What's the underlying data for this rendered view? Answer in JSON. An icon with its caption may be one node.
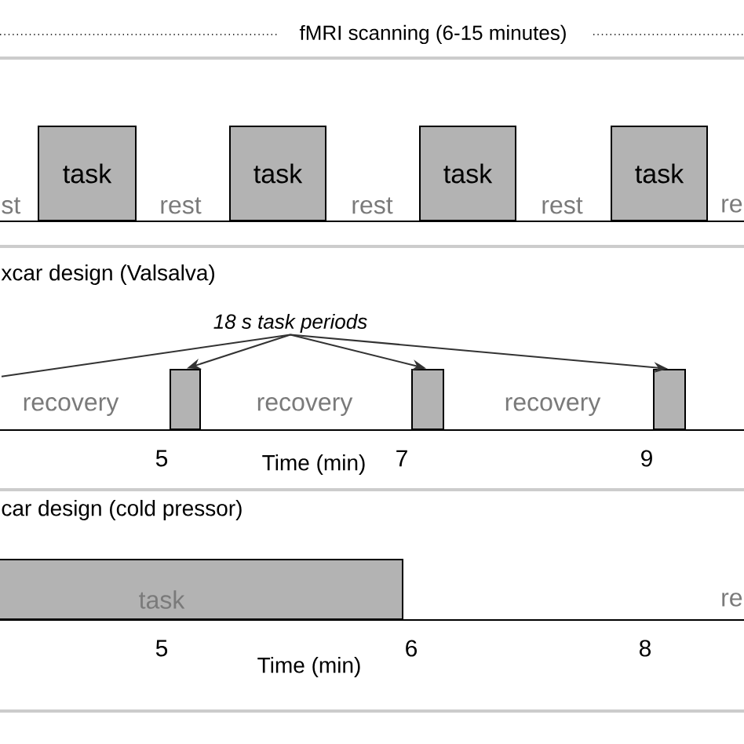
{
  "diagram": {
    "nodes": [
      {
        "text": [
          "task"
        ]
      },
      {
        "text": [
          "task"
        ]
      },
      {
        "text": [
          "task"
        ]
      },
      {
        "text": [
          "task"
        ]
      },
      {
        "text": [
          "*18 s task periods*"
        ]
      },
      {
        "text": [],
        "shape": "box"
      },
      {
        "text": [],
        "shape": "box"
      },
      {
        "text": [],
        "shape": "box"
      },
      {
        "text": [
          "task"
        ]
      }
    ],
    "edges": [
      {
        "from": 4,
        "to": null,
        "arrow": "none"
      },
      {
        "from": 4,
        "to": 5,
        "arrow": "to"
      },
      {
        "from": 4,
        "to": 6,
        "arrow": "to"
      },
      {
        "from": 4,
        "to": 7,
        "arrow": "to"
      }
    ],
    "labels": [
      "fMRI scanning (6-15 minutes)",
      "st",
      "rest",
      "rest",
      "rest",
      "re",
      "xcar design (Valsalva)",
      "recovery",
      "recovery",
      "recovery",
      "5",
      "Time (min)",
      "7",
      "9",
      "car design (cold pressor)",
      "re",
      "5",
      "6",
      "8",
      "Time (min)"
    ]
  }
}
